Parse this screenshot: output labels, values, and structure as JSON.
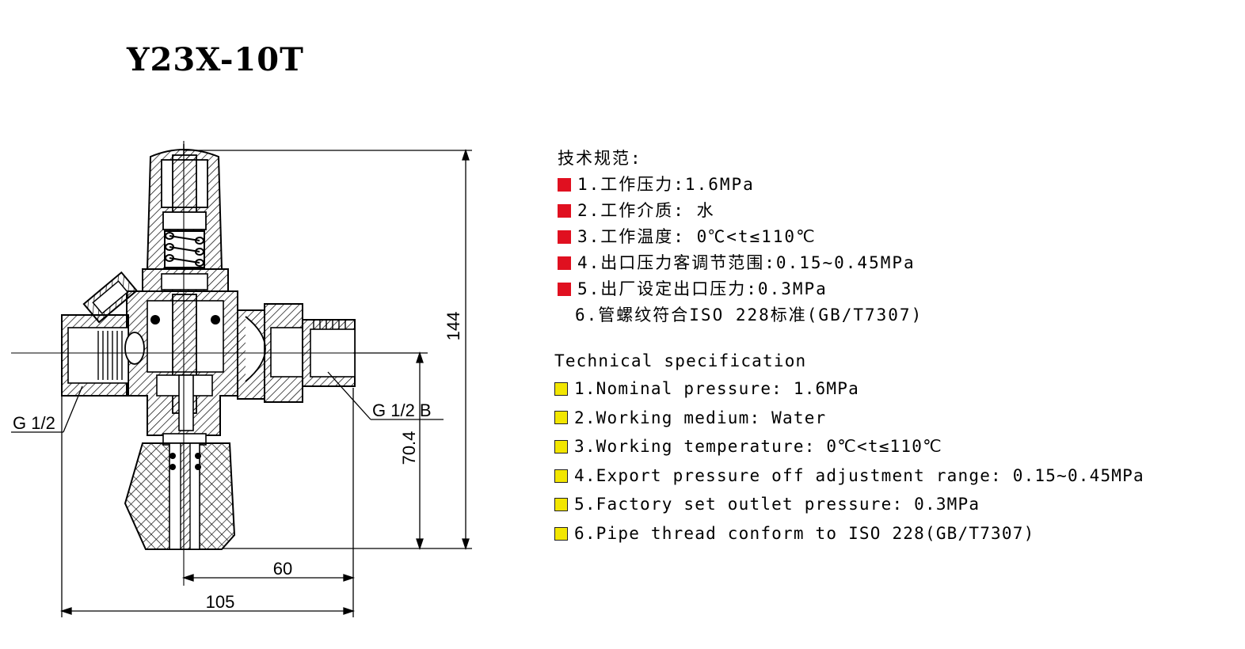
{
  "title": "Y23X-10T",
  "drawing": {
    "dimensions": {
      "height": "144",
      "outlet_height": "70.4",
      "half_width": "60",
      "total_width": "105"
    },
    "labels": {
      "inlet": "G 1/2",
      "outlet": "G 1/2 B"
    }
  },
  "spec_cn": {
    "heading": "技术规范:",
    "items": [
      "1.工作压力:1.6MPa",
      "2.工作介质: 水",
      "3.工作温度: 0℃<t≤110℃",
      "4.出口压力客调节范围:0.15~0.45MPa",
      "5.出厂设定出口压力:0.3MPa",
      "6.管螺纹符合ISO 228标准(GB/T7307)"
    ],
    "marker_color": "#e01020"
  },
  "spec_en": {
    "heading": "Technical specification",
    "items": [
      "1.Nominal pressure: 1.6MPa",
      "2.Working medium: Water",
      "3.Working temperature: 0℃<t≤110℃",
      "4.Export pressure off adjustment range: 0.15~0.45MPa",
      "5.Factory set outlet pressure: 0.3MPa",
      "6.Pipe thread conform to ISO 228(GB/T7307)"
    ],
    "marker_color": "#f2e600"
  }
}
